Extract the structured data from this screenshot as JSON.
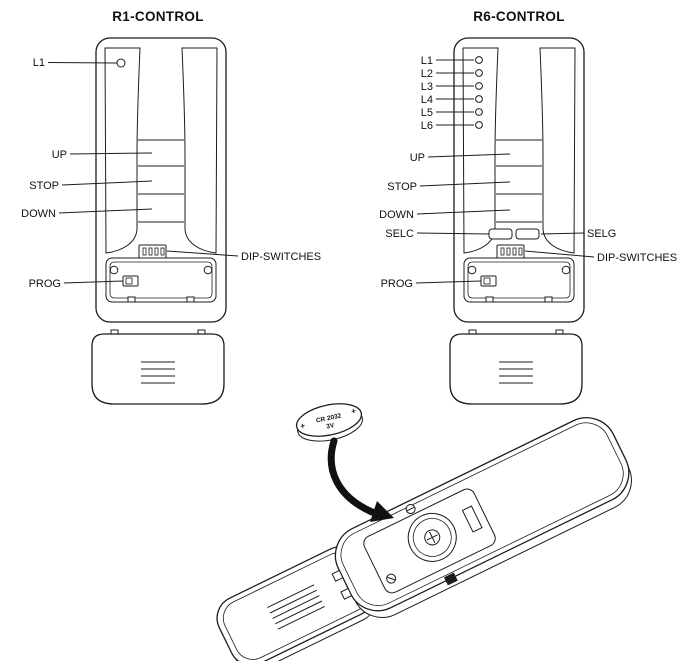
{
  "r1": {
    "title": "R1-CONTROL",
    "l1": "L1",
    "up": "UP",
    "stop": "STOP",
    "down": "DOWN",
    "dip": "DIP-SWITCHES",
    "prog": "PROG"
  },
  "r6": {
    "title": "R6-CONTROL",
    "l1": "L1",
    "l2": "L2",
    "l3": "L3",
    "l4": "L4",
    "l5": "L5",
    "l6": "L6",
    "up": "UP",
    "stop": "STOP",
    "down": "DOWN",
    "selc": "SELC",
    "selg": "SELG",
    "dip": "DIP-SWITCHES",
    "prog": "PROG"
  },
  "battery": {
    "model": "CR 2032",
    "voltage": "3V",
    "plus": "+"
  }
}
